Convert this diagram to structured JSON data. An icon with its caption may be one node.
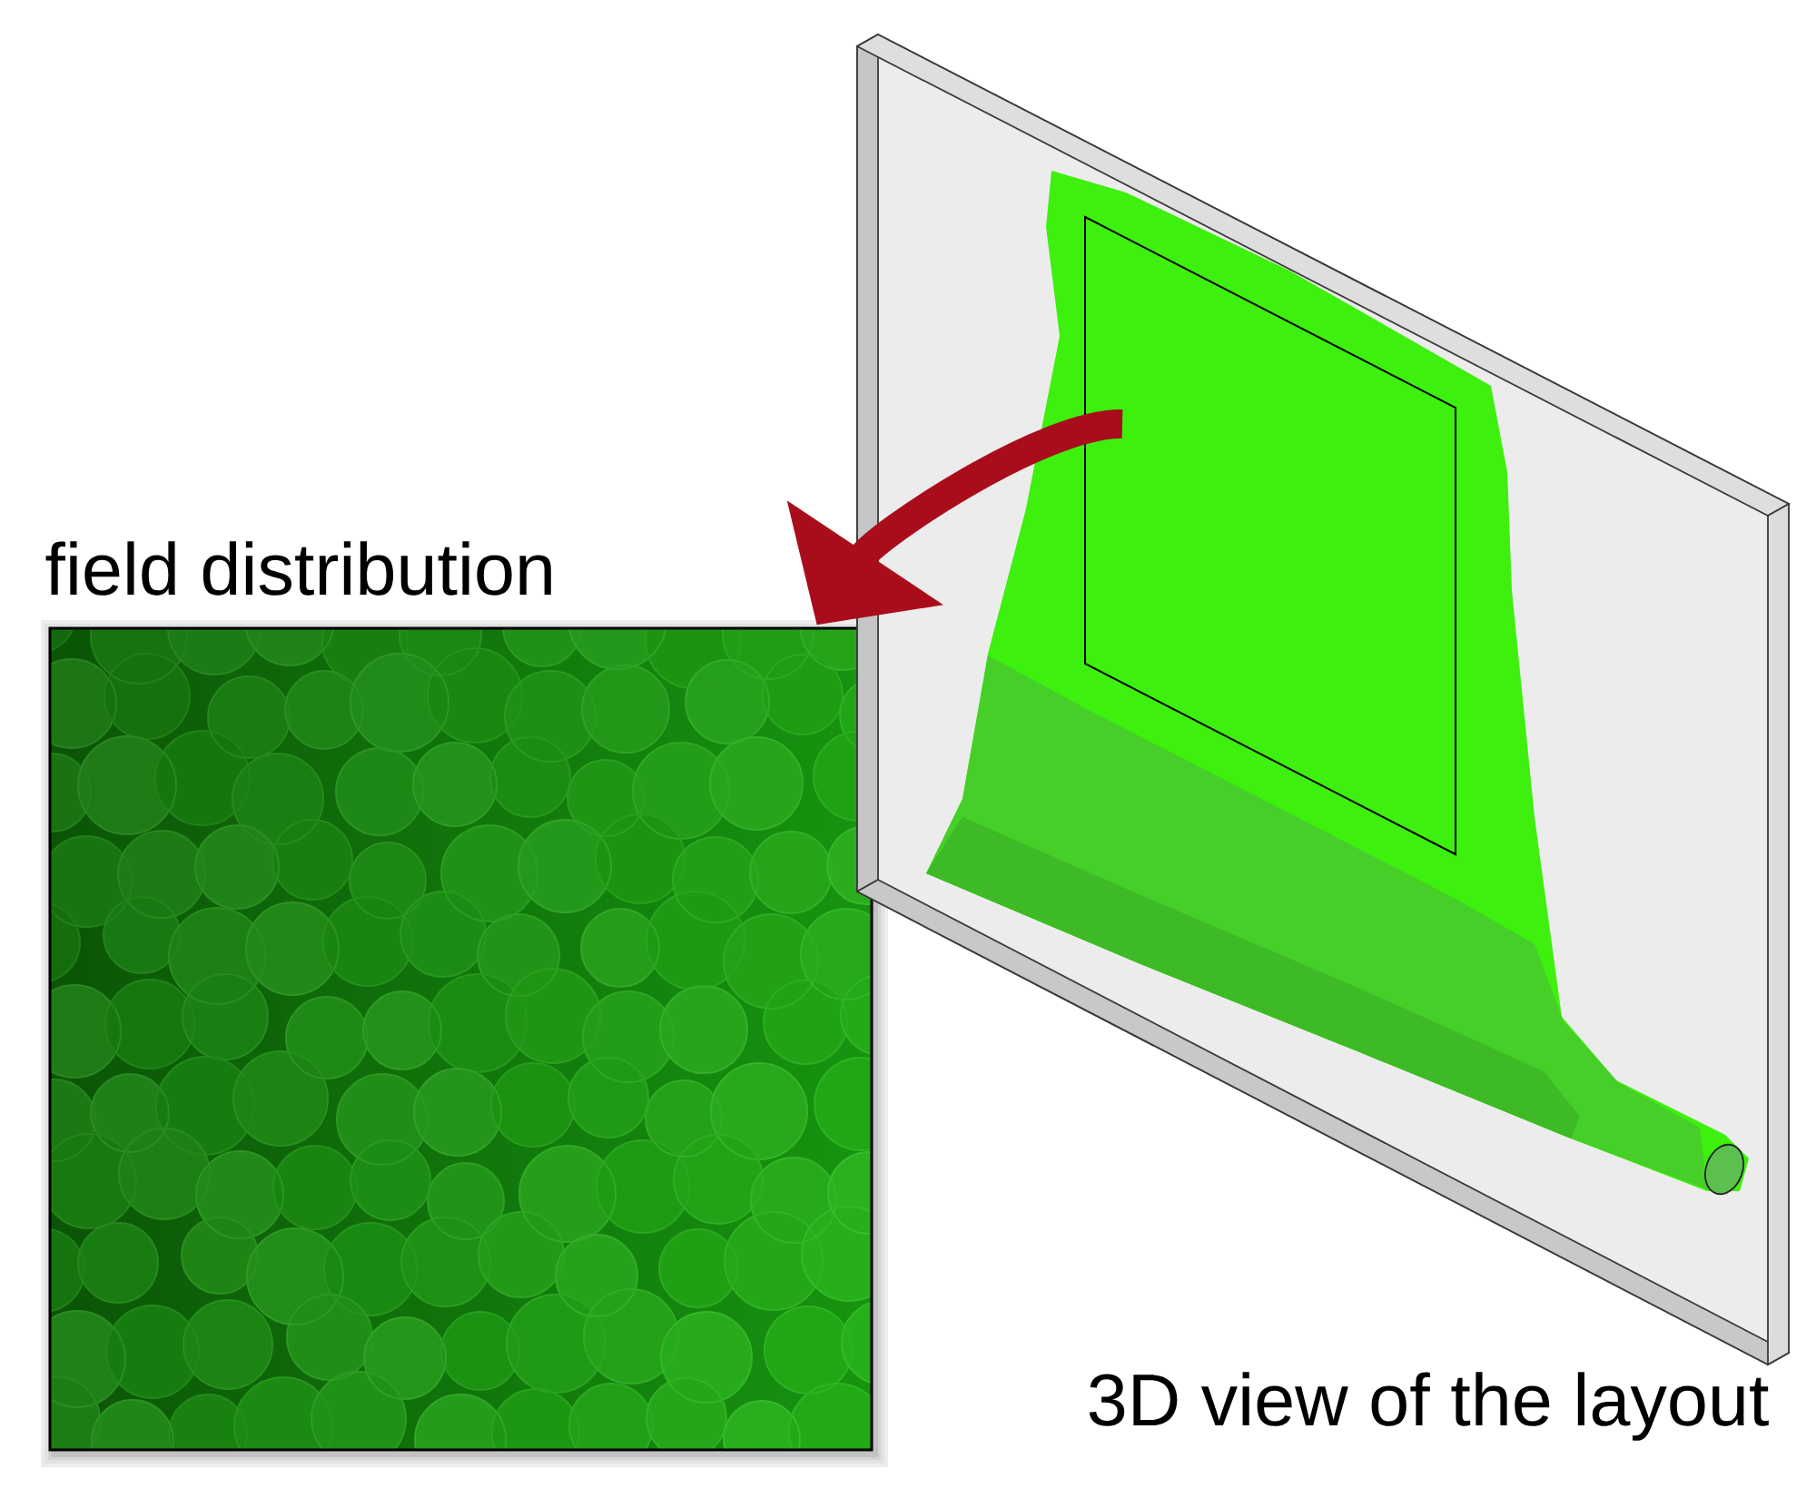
{
  "diagram": {
    "nodes": [
      {
        "text": [
          "field distribution"
        ]
      },
      {
        "text": [
          "3D view of the layout"
        ]
      },
      {
        "text": [],
        "shape": "box",
        "in": 1
      }
    ],
    "edges": [
      {
        "from": 2,
        "to": 0,
        "arrow": "to",
        "color": "#a90d1b"
      }
    ]
  }
}
